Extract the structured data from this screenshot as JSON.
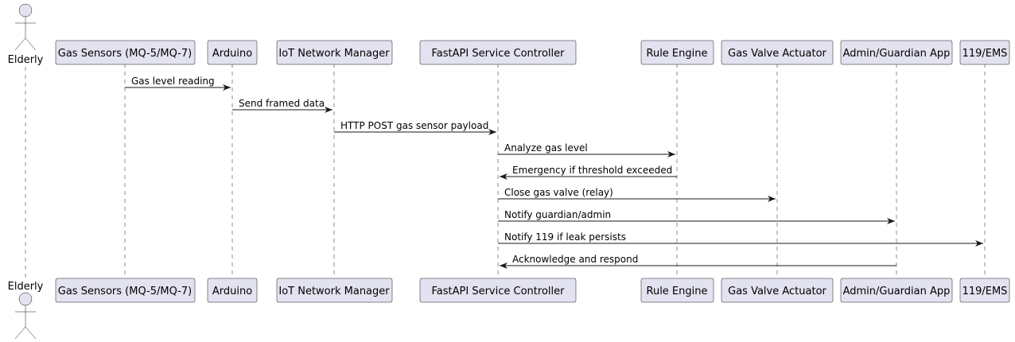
{
  "actor": {
    "name": "Elderly"
  },
  "participants": [
    {
      "id": "sensors",
      "name": "Gas Sensors (MQ-5/MQ-7)"
    },
    {
      "id": "arduino",
      "name": "Arduino"
    },
    {
      "id": "iot",
      "name": "IoT Network Manager"
    },
    {
      "id": "fastapi",
      "name": "FastAPI Service Controller"
    },
    {
      "id": "rules",
      "name": "Rule Engine"
    },
    {
      "id": "valve",
      "name": "Gas Valve Actuator"
    },
    {
      "id": "guardian",
      "name": "Admin/Guardian App"
    },
    {
      "id": "ems",
      "name": "119/EMS"
    }
  ],
  "messages": [
    {
      "from": "sensors",
      "to": "arduino",
      "label": "Gas level reading"
    },
    {
      "from": "arduino",
      "to": "iot",
      "label": "Send framed data"
    },
    {
      "from": "iot",
      "to": "fastapi",
      "label": "HTTP POST gas sensor payload"
    },
    {
      "from": "fastapi",
      "to": "rules",
      "label": "Analyze gas level"
    },
    {
      "from": "rules",
      "to": "fastapi",
      "label": "Emergency if threshold exceeded"
    },
    {
      "from": "fastapi",
      "to": "valve",
      "label": "Close gas valve (relay)"
    },
    {
      "from": "fastapi",
      "to": "guardian",
      "label": "Notify guardian/admin"
    },
    {
      "from": "fastapi",
      "to": "ems",
      "label": "Notify 119 if leak persists"
    },
    {
      "from": "guardian",
      "to": "fastapi",
      "label": "Acknowledge and respond"
    }
  ]
}
